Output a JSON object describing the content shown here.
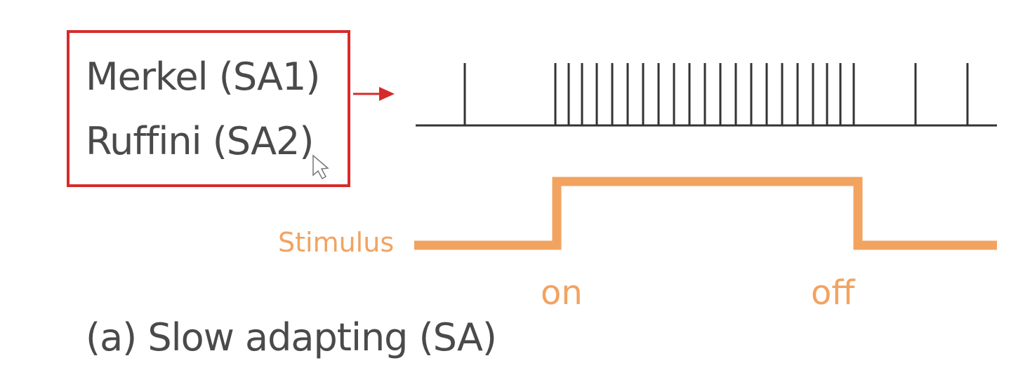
{
  "box": {
    "line1": "Merkel (SA1)",
    "line2": "Ruffini (SA2)"
  },
  "stimulus_label": "Stimulus",
  "on_label": "on",
  "off_label": "off",
  "caption": "(a) Slow adapting (SA)",
  "colors": {
    "box_border": "#d62b2b",
    "arrow": "#d62b2b",
    "spikes": "#333333",
    "stimulus": "#f2a360",
    "text": "#4a4a4a"
  }
}
